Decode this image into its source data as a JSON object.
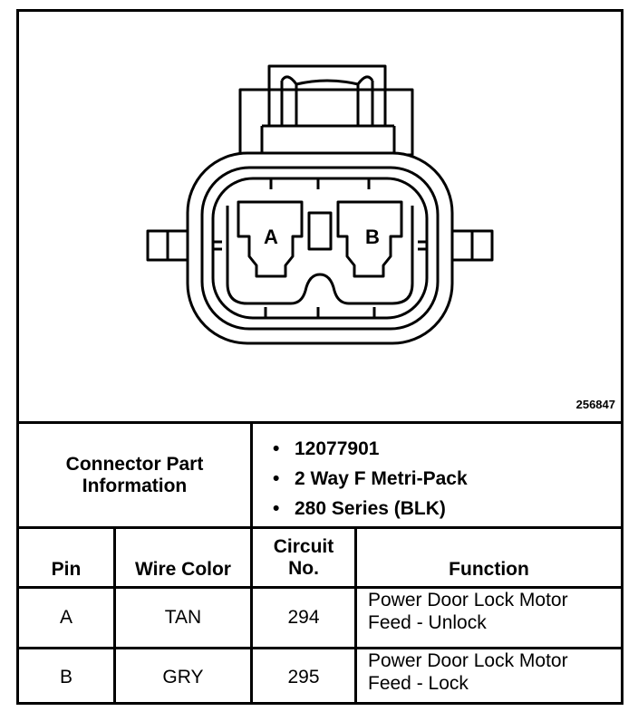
{
  "figure": {
    "id": "256847"
  },
  "connector": {
    "pin_a_label": "A",
    "pin_b_label": "B"
  },
  "info": {
    "label_line1": "Connector Part",
    "label_line2": "Information",
    "items": [
      "12077901",
      "2 Way F Metri-Pack",
      "280 Series (BLK)"
    ]
  },
  "table": {
    "headers": {
      "pin": "Pin",
      "wire_color": "Wire Color",
      "circuit_line1": "Circuit",
      "circuit_line2": "No.",
      "function": "Function"
    },
    "rows": [
      {
        "pin": "A",
        "wire_color": "TAN",
        "circuit": "294",
        "function_line1": "Power Door Lock Motor",
        "function_line2": "Feed - Unlock"
      },
      {
        "pin": "B",
        "wire_color": "GRY",
        "circuit": "295",
        "function_line1": "Power Door Lock Motor",
        "function_line2": "Feed - Lock"
      }
    ]
  }
}
